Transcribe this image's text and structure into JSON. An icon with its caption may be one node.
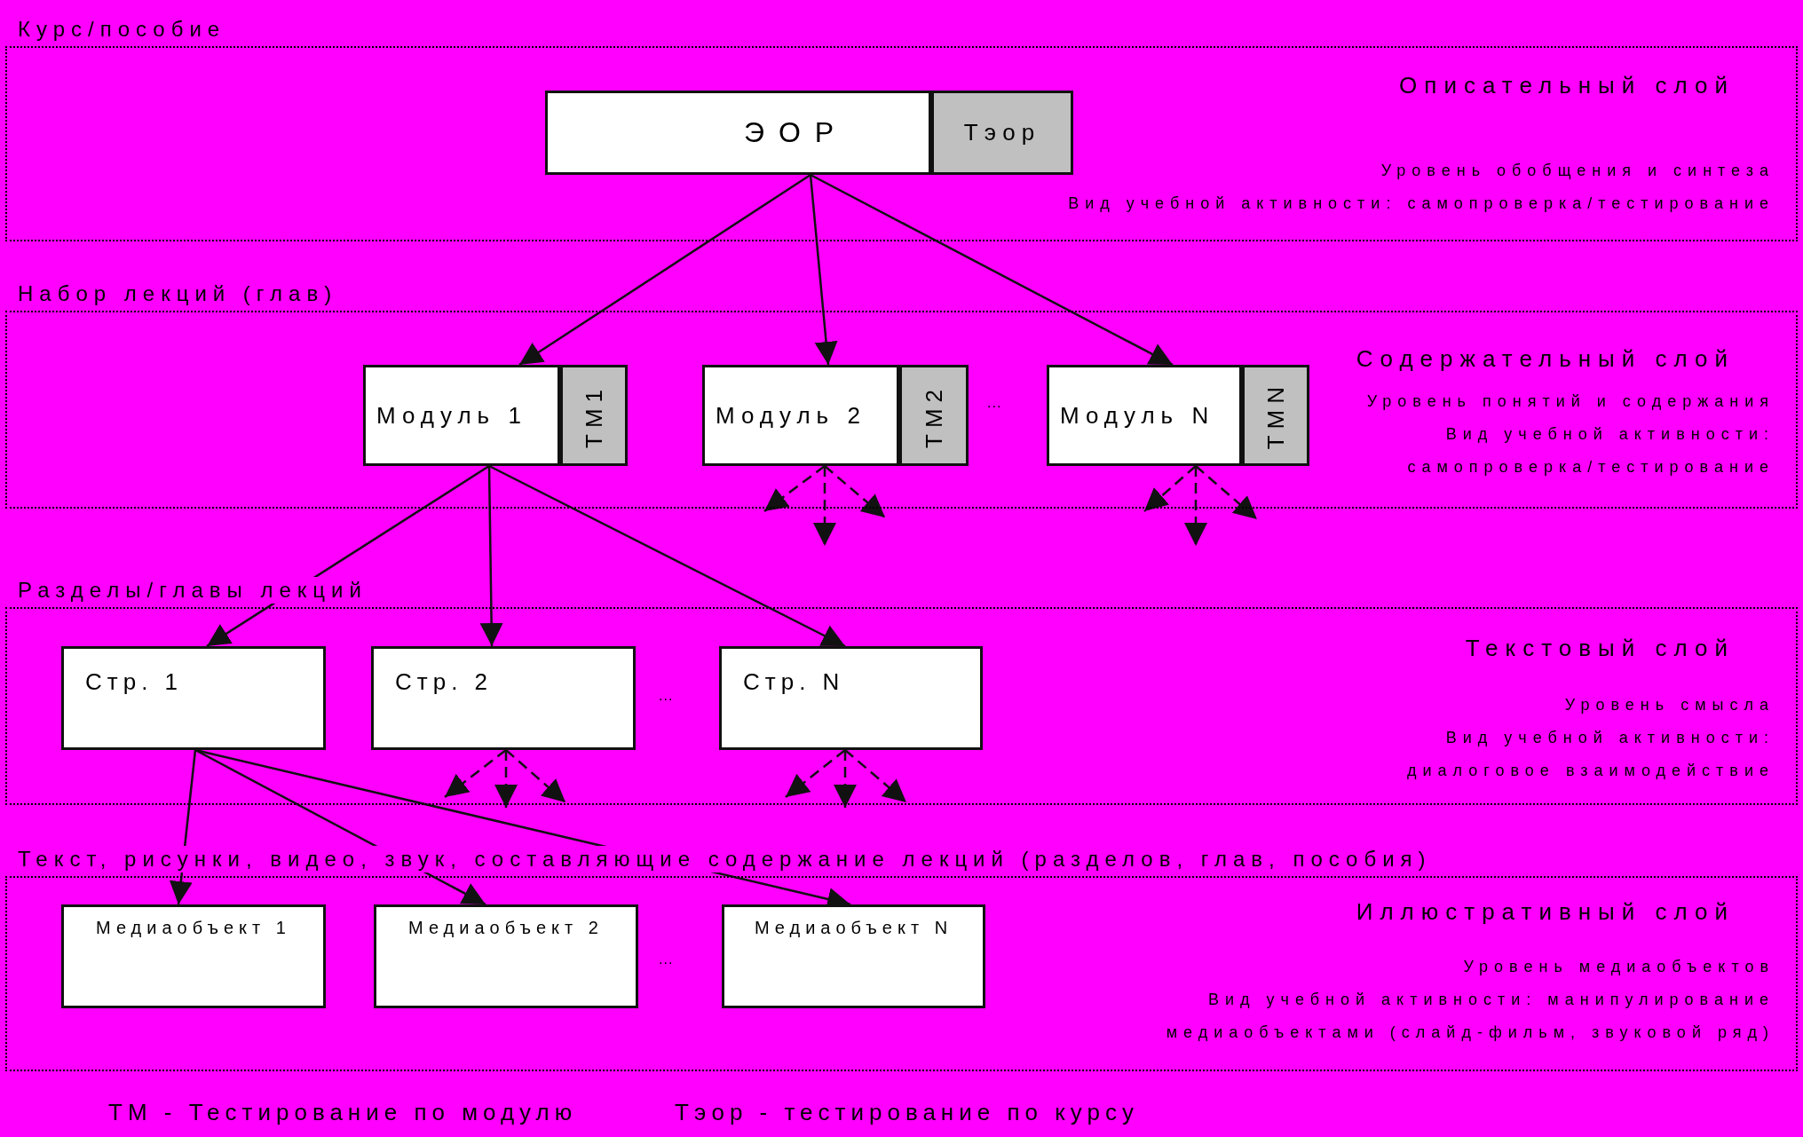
{
  "diagram": {
    "nodes": [
      {
        "text": [
          "Курс/пособие",
          "Описательный слой",
          "Уровень обобщения и синтеза",
          "Вид учебной активности: самопроверка/тестирование"
        ]
      },
      {
        "text": [
          "ЭОР"
        ],
        "in": 0
      },
      {
        "text": [
          "Тэор"
        ],
        "in": 0
      },
      {
        "text": [
          "Набор лекций (глав)",
          "Содержательный слой",
          "Уровень понятий и содержания",
          "Вид учебной активности: самопроверка/тестирование"
        ]
      },
      {
        "text": [
          "Модуль 1"
        ],
        "in": 3
      },
      {
        "text": [
          "ТМ1"
        ],
        "in": 3
      },
      {
        "text": [
          "Модуль 2"
        ],
        "in": 3
      },
      {
        "text": [
          "ТМ2"
        ],
        "in": 3
      },
      {
        "text": [
          "Модуль N"
        ],
        "in": 3
      },
      {
        "text": [
          "ТМN"
        ],
        "in": 3
      },
      {
        "text": [
          "Разделы/главы лекций",
          "Текстовый слой",
          "Уровень смысла",
          "Вид учебной активности: диалоговое взаимодействие"
        ]
      },
      {
        "text": [
          "Стр. 1"
        ],
        "in": 10
      },
      {
        "text": [
          "Стр. 2"
        ],
        "in": 10
      },
      {
        "text": [
          "Стр. N"
        ],
        "in": 10
      },
      {
        "text": [
          "Текст, рисунки, видео, звук, составляющие содержание лекций (разделов, глав, пособия)",
          "Иллюстративный слой",
          "Уровень медиаобъектов",
          "Вид учебной активности: манипулирование медиаобъектами (слайд-фильм, звуковой ряд)"
        ]
      },
      {
        "text": [
          "Медиаобъект 1"
        ],
        "in": 14
      },
      {
        "text": [
          "Медиаобъект 2"
        ],
        "in": 14
      },
      {
        "text": [
          "Медиаобъект N"
        ],
        "in": 14
      }
    ],
    "edges": [
      {
        "from": 1,
        "to": 4,
        "arrow": "to"
      },
      {
        "from": 1,
        "to": 6,
        "arrow": "to"
      },
      {
        "from": 1,
        "to": 8,
        "arrow": "to"
      },
      {
        "from": 4,
        "to": 11,
        "arrow": "to"
      },
      {
        "from": 4,
        "to": 12,
        "arrow": "to"
      },
      {
        "from": 4,
        "to": 13,
        "arrow": "to"
      },
      {
        "from": 11,
        "to": 15,
        "arrow": "to"
      },
      {
        "from": 11,
        "to": 16,
        "arrow": "to"
      },
      {
        "from": 11,
        "to": 17,
        "arrow": "to"
      },
      {
        "from": 6,
        "to": null,
        "arrow": "to",
        "style": "dashed"
      },
      {
        "from": 6,
        "to": null,
        "arrow": "to",
        "style": "dashed"
      },
      {
        "from": 6,
        "to": null,
        "arrow": "to",
        "style": "dashed"
      },
      {
        "from": 8,
        "to": null,
        "arrow": "to",
        "style": "dashed"
      },
      {
        "from": 8,
        "to": null,
        "arrow": "to",
        "style": "dashed"
      },
      {
        "from": 8,
        "to": null,
        "arrow": "to",
        "style": "dashed"
      },
      {
        "from": 12,
        "to": null,
        "arrow": "to",
        "style": "dashed"
      },
      {
        "from": 12,
        "to": null,
        "arrow": "to",
        "style": "dashed"
      },
      {
        "from": 12,
        "to": null,
        "arrow": "to",
        "style": "dashed"
      },
      {
        "from": 13,
        "to": null,
        "arrow": "to",
        "style": "dashed"
      },
      {
        "from": 13,
        "to": null,
        "arrow": "to",
        "style": "dashed"
      },
      {
        "from": 13,
        "to": null,
        "arrow": "to",
        "style": "dashed"
      }
    ],
    "labels": [
      "...",
      "...",
      "...",
      "ТМ - Тестирование по модулю",
      "Тэор - тестирование по курсу"
    ]
  }
}
